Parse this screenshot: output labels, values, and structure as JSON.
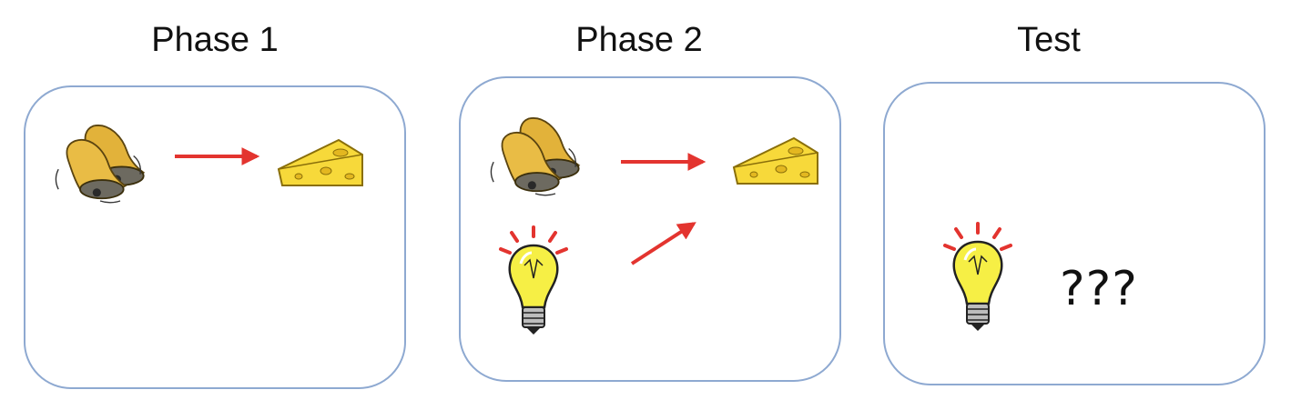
{
  "phases": [
    {
      "title": "Phase 1"
    },
    {
      "title": "Phase 2"
    },
    {
      "title": "Test"
    }
  ],
  "test_response": "???",
  "icons": {
    "bell": "bells-icon",
    "cheese": "cheese-icon",
    "bulb": "light-bulb-icon"
  },
  "colors": {
    "panel_border": "#8ea9d1",
    "arrow": "#e3342f",
    "gold": "#e2b23a",
    "cheese": "#f7d93a",
    "bulb": "#f6ef45"
  }
}
